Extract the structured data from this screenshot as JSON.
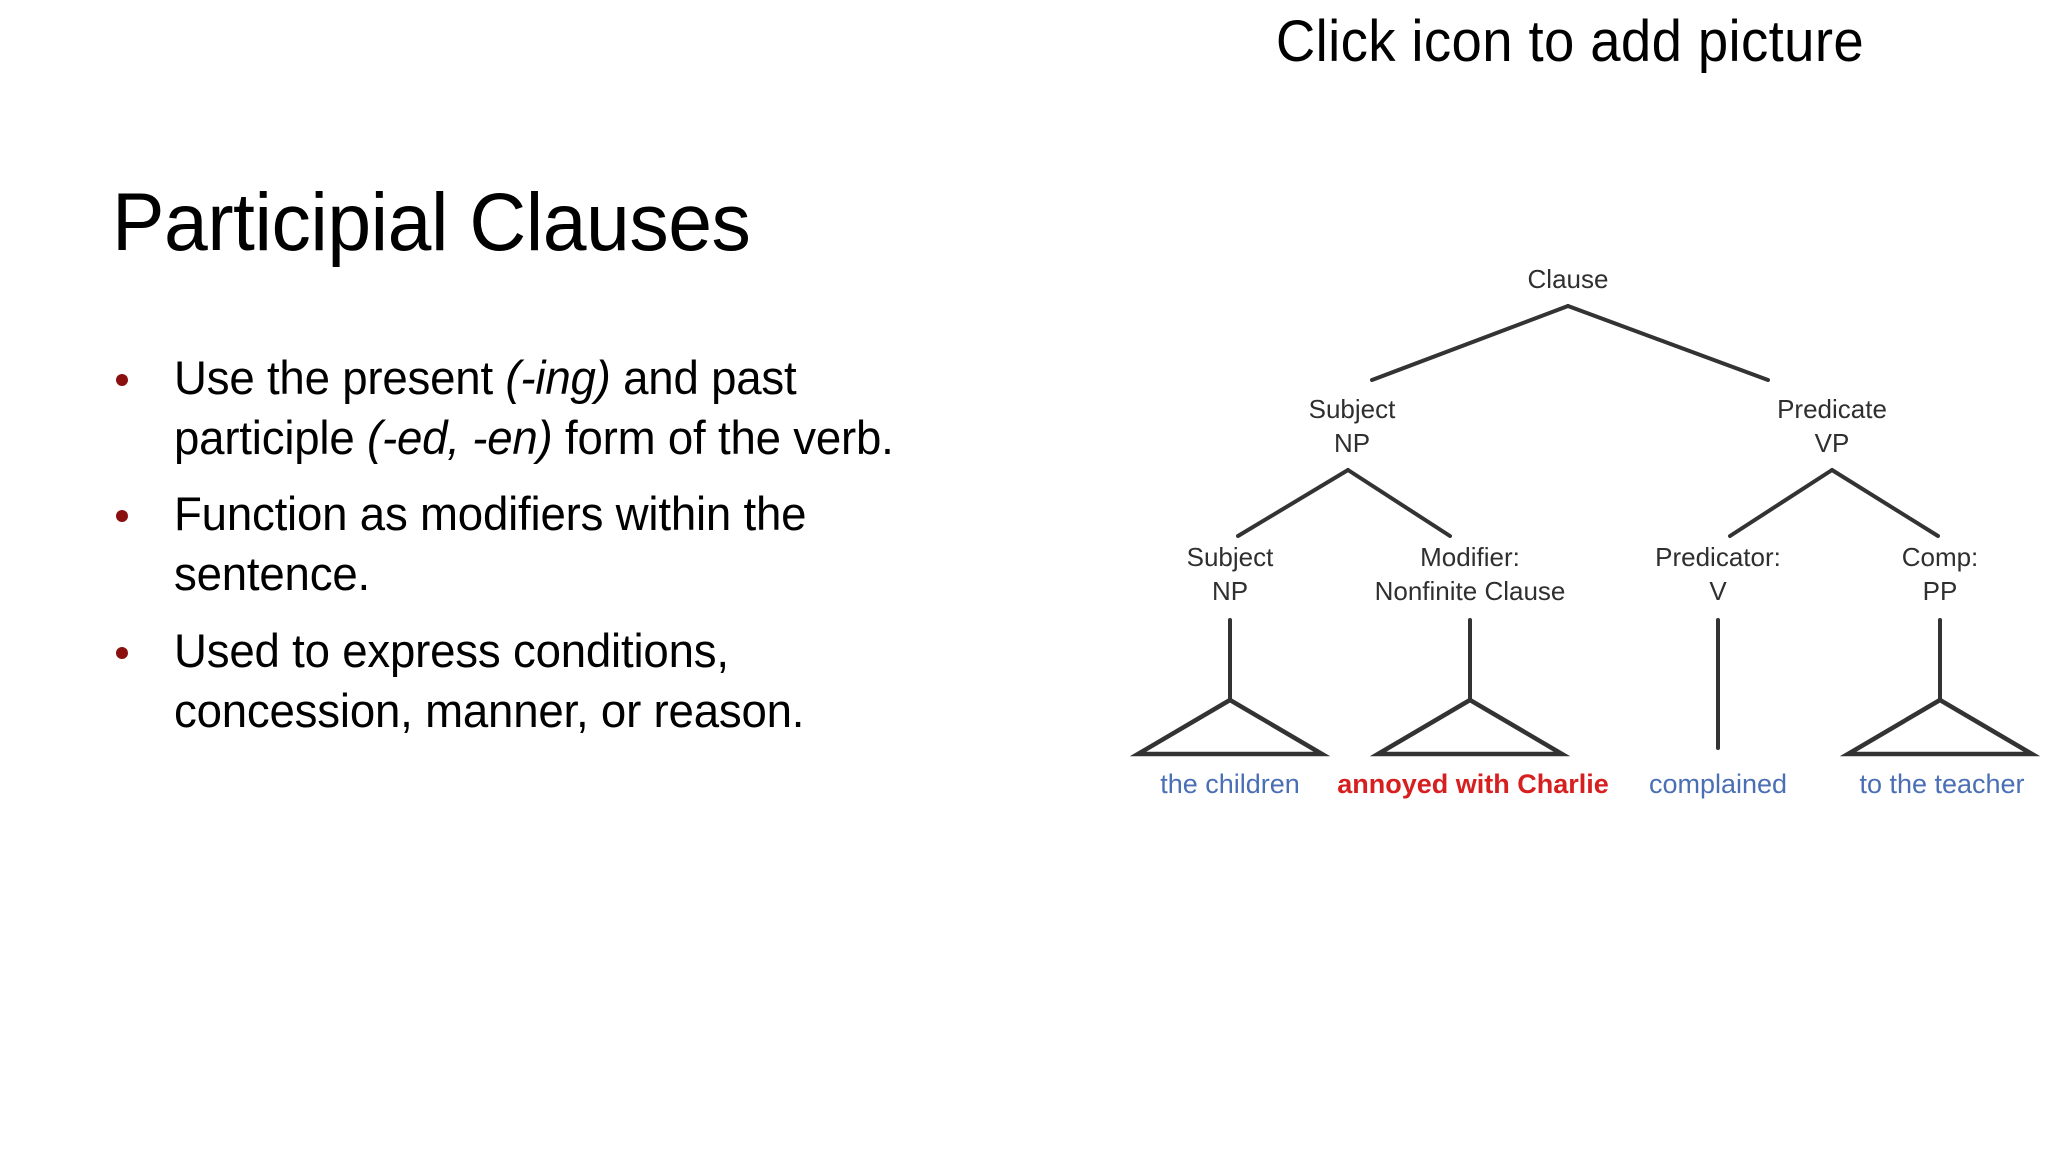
{
  "slide": {
    "background_color": "#ffffff",
    "title": "Participial Clauses",
    "picture_placeholder": "Click icon to add picture",
    "bullet_color": "#8a1010",
    "bullets": [
      {
        "parts": [
          {
            "text": "Use the present ",
            "italic": false
          },
          {
            "text": "(-ing)",
            "italic": true
          },
          {
            "text": " and past participle ",
            "italic": false
          },
          {
            "text": "(-ed, -en)",
            "italic": true
          },
          {
            "text": " form of the verb.",
            "italic": false
          }
        ]
      },
      {
        "parts": [
          {
            "text": "Function as modifiers within the sentence.",
            "italic": false
          }
        ]
      },
      {
        "parts": [
          {
            "text": "Used to express conditions, concession, manner, or reason.",
            "italic": false
          }
        ]
      }
    ]
  },
  "figure": {
    "name": "syntax-tree-diagram",
    "type": "constituency-tree",
    "sentence": "the children annoyed with Charlie complained to the teacher",
    "node_color": "#2f2f2f",
    "edge_color": "#333333",
    "leaf_colors": {
      "blue": "#4a6fb5",
      "red": "#d62020"
    },
    "nodes": {
      "root": {
        "label": "Clause"
      },
      "level2": [
        {
          "line1": "Subject",
          "line2": "NP"
        },
        {
          "line1": "Predicate",
          "line2": "VP"
        }
      ],
      "level3": [
        {
          "line1": "Subject",
          "line2": "NP"
        },
        {
          "line1": "Modifier:",
          "line2": "Nonfinite Clause"
        },
        {
          "line1": "Predicator:",
          "line2": "V"
        },
        {
          "line1": "Comp:",
          "line2": "PP"
        }
      ]
    },
    "leaves": [
      {
        "text": "the children",
        "color": "blue",
        "triangle": true
      },
      {
        "text": "annoyed with Charlie",
        "color": "red",
        "triangle": true
      },
      {
        "text": "complained",
        "color": "blue",
        "triangle": false
      },
      {
        "text": "to the teacher",
        "color": "blue",
        "triangle": true
      }
    ]
  }
}
